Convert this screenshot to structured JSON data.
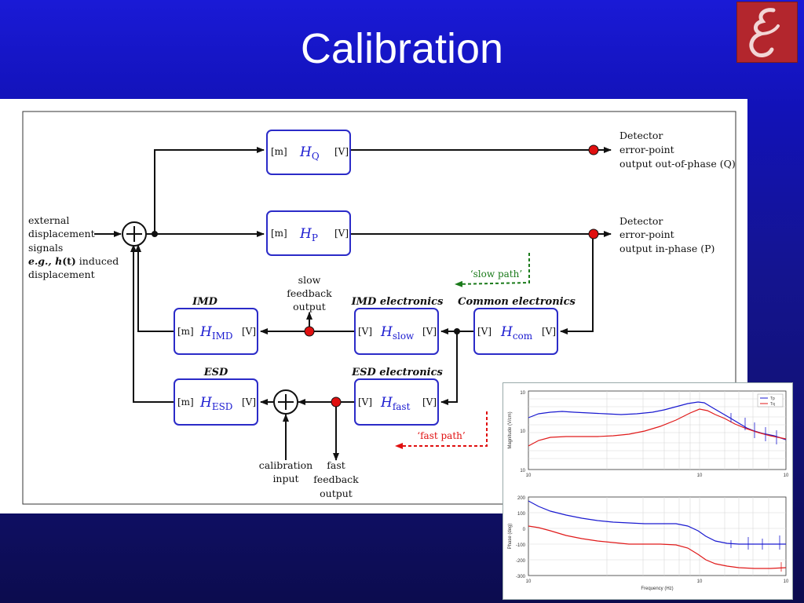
{
  "slide": {
    "title": "Calibration"
  },
  "diagram": {
    "blocks": {
      "hq": {
        "in_unit": "[m]",
        "symbol": "H",
        "sub": "Q",
        "out_unit": "[V]"
      },
      "hp": {
        "in_unit": "[m]",
        "symbol": "H",
        "sub": "P",
        "out_unit": "[V]"
      },
      "himd": {
        "in_unit": "[m]",
        "symbol": "H",
        "sub": "IMD",
        "out_unit": "[V]",
        "label": "IMD"
      },
      "hslow": {
        "in_unit": "[V]",
        "symbol": "H",
        "sub": "slow",
        "out_unit": "[V]",
        "label": "IMD electronics"
      },
      "hcom": {
        "in_unit": "[V]",
        "symbol": "H",
        "sub": "com",
        "out_unit": "[V]",
        "label": "Common electronics"
      },
      "hesd": {
        "in_unit": "[m]",
        "symbol": "H",
        "sub": "ESD",
        "out_unit": "[V]",
        "label": "ESD"
      },
      "hfast": {
        "in_unit": "[V]",
        "symbol": "H",
        "sub": "fast",
        "out_unit": "[V]",
        "label": "ESD electronics"
      }
    },
    "external_input": {
      "line1": "external",
      "line2": "displacement",
      "line3": "signals",
      "line4_pre": "e.g., ",
      "line4_h": "h",
      "line4_t": "(t)",
      "line4_post": " induced",
      "line5": "displacement"
    },
    "detector_q": {
      "line1": "Detector",
      "line2": "error-point",
      "line3": "output out-of-phase (Q)"
    },
    "detector_p": {
      "line1": "Detector",
      "line2": "error-point",
      "line3": "output in-phase (P)"
    },
    "slow_feedback": {
      "line1": "slow",
      "line2": "feedback",
      "line3": "output"
    },
    "calibration_input": {
      "line1": "calibration",
      "line2": "input"
    },
    "fast_feedback": {
      "line1": "fast",
      "line2": "feedback",
      "line3": "output"
    },
    "slow_path_label": "‘slow path’",
    "fast_path_label": "‘fast path’",
    "colors": {
      "block_border": "#2b2bc8",
      "signal_dot": "#e01010",
      "slow_path": "#1a7a1a",
      "fast_path": "#e01010"
    }
  },
  "transfer_plot": {
    "magnitude_panel": {
      "ylabel": "Magnitude (V/cm)",
      "y_ticks": [
        "10",
        "10",
        "10"
      ],
      "x_ticks": [
        "10",
        "10",
        "10"
      ],
      "legend": [
        "Tp",
        "Tq"
      ]
    },
    "phase_panel": {
      "ylabel": "Phase (deg)",
      "y_ticks": [
        "200",
        "100",
        "0",
        "-100",
        "-200",
        "-300"
      ],
      "x_ticks": [
        "10",
        "10",
        "10"
      ],
      "xlabel": "Frequency (Hz)"
    },
    "colors": {
      "series1": "#1a1ad0",
      "series2": "#e01a1a"
    }
  }
}
